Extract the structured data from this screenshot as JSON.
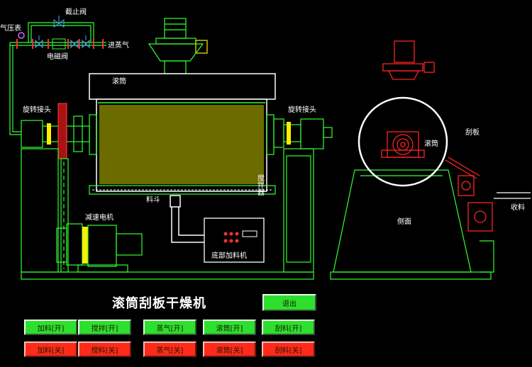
{
  "labels": {
    "shutoff_valve": "截止阀",
    "pressure_gauge": "气压表",
    "steam_inlet": "进蒸气",
    "solenoid_valve": "电磁阀",
    "drum": "滚筒",
    "rotary_joint_left": "旋转接头",
    "rotary_joint_right": "旋转接头",
    "agitator": "搅拌器",
    "hopper": "料斗",
    "gear_motor": "减速电机",
    "bottom_feeder": "底部加料机",
    "side_drum": "滚筒",
    "scraper": "刮板",
    "side_view": "侧面",
    "collect": "收料"
  },
  "title": "滚筒刮板干燥机",
  "exit_label": "退出",
  "buttons_on": [
    "加料[开]",
    "搅拌[开]",
    "蒸气[开]",
    "滚筒[开]",
    "刮料[开]"
  ],
  "buttons_off": [
    "加料[关]",
    "搅料[关]",
    "蒸气[关]",
    "滚筒[关]",
    "刮料[关]"
  ],
  "colors": {
    "on": "#2ee02e",
    "off": "#ff2a1a",
    "outline": "#33ff33",
    "material": "#6b6b00"
  }
}
